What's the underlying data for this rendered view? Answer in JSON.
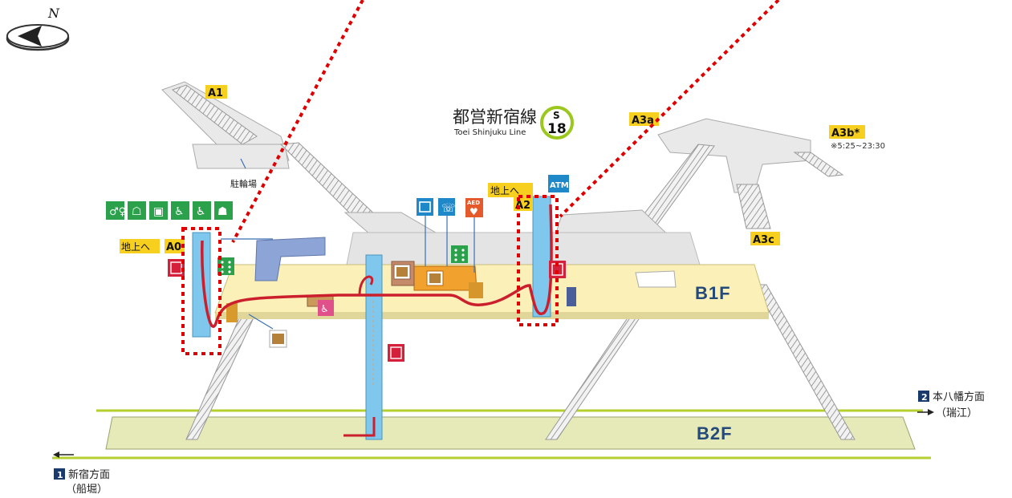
{
  "compass": {
    "north": "N"
  },
  "line": {
    "name_ja": "都営新宿線",
    "name_en": "Toei Shinjuku Line",
    "code_letter": "S",
    "code_number": "18"
  },
  "exits": {
    "a1": "A1",
    "a2": "A2",
    "a3a": "A3a",
    "a3b": "A3b*",
    "a3b_note": "※5:25~23:30",
    "a3c": "A3c",
    "a0": "A0"
  },
  "labels": {
    "bicycle_parking": "駐輪場",
    "to_ground_left": "地上へ",
    "to_ground_right": "地上へ",
    "atm": "ATM",
    "aed": "AED"
  },
  "floors": {
    "b1": "B1F",
    "b2": "B2F"
  },
  "platforms": {
    "p1_number": "1",
    "p1_dest": "新宿方面",
    "p1_sub": "（船堀）",
    "p2_number": "2",
    "p2_dest": "本八幡方面",
    "p2_sub": "（瑞江）"
  },
  "colors": {
    "concourse": "#fbf1b8",
    "platform": "#e6eab8",
    "track_line": "#b5cf2f",
    "elevator": "#7fc7ec",
    "route": "#cc1f2d",
    "highlight": "#e00000",
    "exit_label": "#f7cf1e",
    "structure": "#e8e8e8"
  },
  "icons": [
    "toilet-icon",
    "baby-changing-icon",
    "baby-room-icon",
    "ostomate-icon",
    "wheelchair-icon",
    "multipurpose-icon",
    "fare-adjustment-icon",
    "phone-icon",
    "aed-icon",
    "atm-icon",
    "elevator-icon",
    "ticket-gate-icon",
    "ticket-machine-icon",
    "info-icon"
  ]
}
